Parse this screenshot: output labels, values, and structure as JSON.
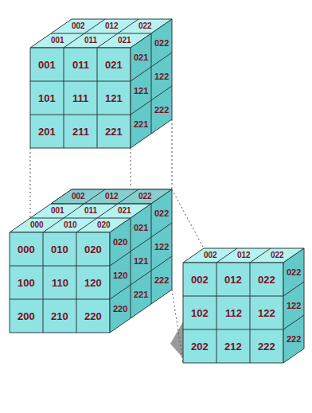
{
  "diagram": {
    "labels": [
      "002",
      "012",
      "022",
      "001",
      "011",
      "021",
      "001",
      "011",
      "021",
      "101",
      "111",
      "121",
      "201",
      "211",
      "221",
      "021",
      "022",
      "121",
      "122",
      "221",
      "222",
      "002",
      "012",
      "022",
      "001",
      "011",
      "021",
      "000",
      "010",
      "020",
      "000",
      "010",
      "020",
      "100",
      "110",
      "120",
      "200",
      "210",
      "220",
      "020",
      "021",
      "022",
      "120",
      "121",
      "122",
      "220",
      "221",
      "222",
      "002",
      "012",
      "022",
      "002",
      "012",
      "022",
      "102",
      "112",
      "122",
      "202",
      "212",
      "222",
      "022",
      "122",
      "222"
    ]
  }
}
